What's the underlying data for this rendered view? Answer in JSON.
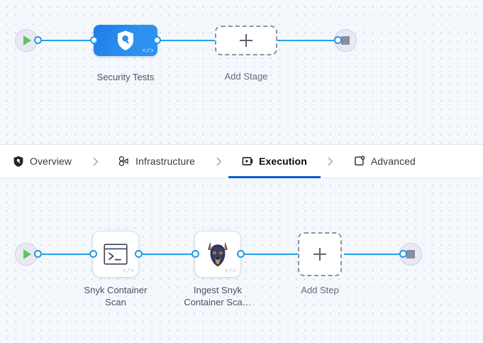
{
  "colors": {
    "canvas_bg": "#f4f8fd",
    "wire": "#26a3e8",
    "stage_node": "#2a8ff0",
    "active_tab_underline": "#0b5cd5",
    "play_green": "#5ec65e",
    "stop_gray": "#8c8ca0"
  },
  "tabs": {
    "items": [
      {
        "label": "Overview",
        "icon": "shield-icon",
        "active": false
      },
      {
        "label": "Infrastructure",
        "icon": "cluster-nodes-icon",
        "active": false
      },
      {
        "label": "Execution",
        "icon": "play-box-icon",
        "active": true
      },
      {
        "label": "Advanced",
        "icon": "settings-box-icon",
        "active": false
      }
    ],
    "separator_icon": "chevron-right-icon"
  },
  "stages": {
    "start_icon": "play-icon",
    "end_icon": "stop-icon",
    "nodes": [
      {
        "label": "Security Tests",
        "icon": "shield-search-icon",
        "badge": "</>"
      }
    ],
    "add": {
      "label": "Add Stage",
      "icon": "plus-icon"
    }
  },
  "steps": {
    "start_icon": "play-icon",
    "end_icon": "stop-icon",
    "nodes": [
      {
        "label": "Snyk Container\nScan",
        "icon": "terminal-icon",
        "badge": "</>"
      },
      {
        "label": "Ingest Snyk\nContainer Sca…",
        "icon": "snyk-dog-icon",
        "badge": "</>"
      }
    ],
    "add": {
      "label": "Add Step",
      "icon": "plus-icon"
    }
  }
}
